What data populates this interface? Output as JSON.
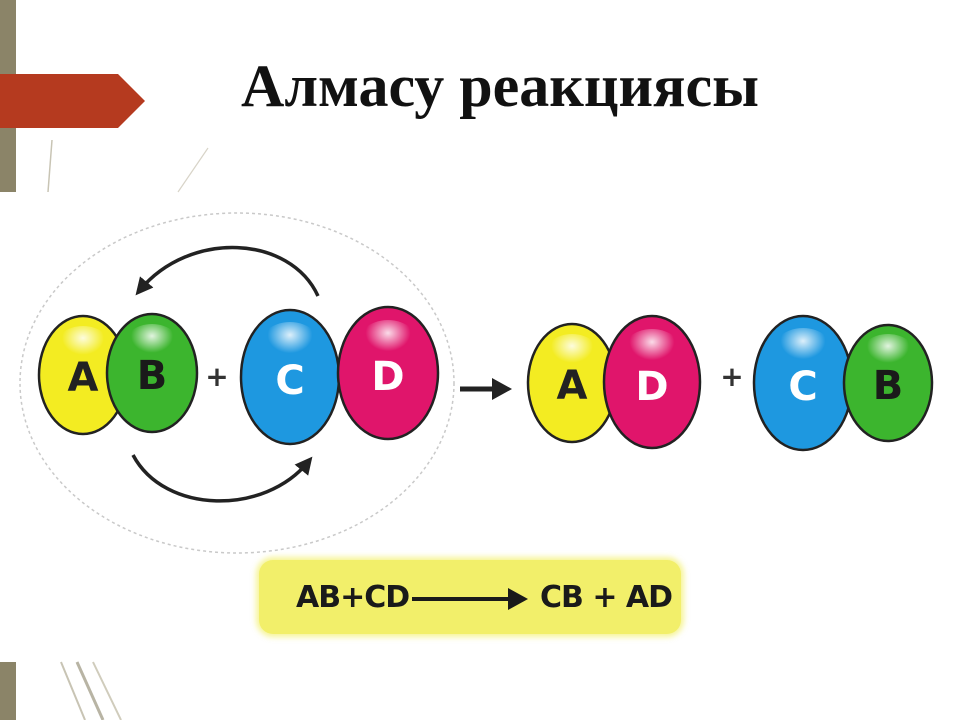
{
  "slide": {
    "title": "Алмасу реакциясы"
  },
  "diagram": {
    "reactants": [
      {
        "label": "A",
        "color": "#f3ec22"
      },
      {
        "label": "B",
        "color": "#3cb52e"
      },
      {
        "label": "C",
        "color": "#1e98e0"
      },
      {
        "label": "D",
        "color": "#e0156b"
      }
    ],
    "products": [
      {
        "label": "A",
        "color": "#f3ec22"
      },
      {
        "label": "D",
        "color": "#e0156b"
      },
      {
        "label": "C",
        "color": "#1e98e0"
      },
      {
        "label": "B",
        "color": "#3cb52e"
      }
    ],
    "plus_sign": "+",
    "equation": {
      "left": "AB+CD",
      "right": "CB + AD"
    }
  },
  "colors": {
    "title_tab": "#b53a1f",
    "side_bar": "#8b8468",
    "equation_box": "#f2ef6a"
  }
}
